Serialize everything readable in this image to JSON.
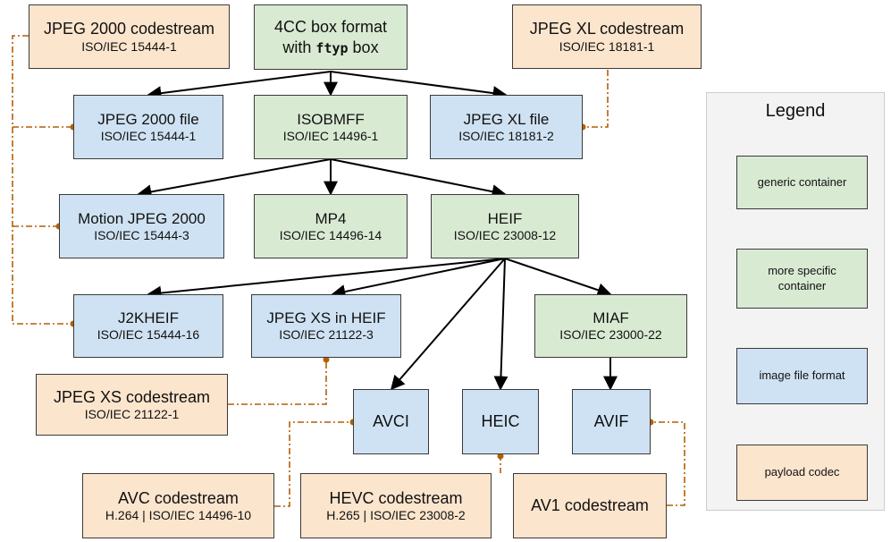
{
  "nodes": {
    "fourcc": {
      "line1": "4CC box format",
      "line2_prefix": "with ",
      "line2_code": "ftyp",
      "line2_suffix": " box"
    },
    "isobmff": {
      "title": "ISOBMFF",
      "spec": "ISO/IEC 14496-1"
    },
    "j2k_file": {
      "title": "JPEG 2000 file",
      "spec": "ISO/IEC 15444-1"
    },
    "jxl_file": {
      "title": "JPEG XL file",
      "spec": "ISO/IEC 18181-2"
    },
    "mj2": {
      "title": "Motion JPEG 2000",
      "spec": "ISO/IEC 15444-3"
    },
    "mp4": {
      "title": "MP4",
      "spec": "ISO/IEC 14496-14"
    },
    "heif": {
      "title": "HEIF",
      "spec": "ISO/IEC 23008-12"
    },
    "j2kheif": {
      "title": "J2KHEIF",
      "spec": "ISO/IEC 15444-16"
    },
    "jxs_heif": {
      "title": "JPEG XS in HEIF",
      "spec": "ISO/IEC 21122-3"
    },
    "miaf": {
      "title": "MIAF",
      "spec": "ISO/IEC 23000-22"
    },
    "avci": {
      "title": "AVCI"
    },
    "heic": {
      "title": "HEIC"
    },
    "avif": {
      "title": "AVIF"
    },
    "j2k_cs": {
      "title": "JPEG 2000 codestream",
      "spec": "ISO/IEC 15444-1"
    },
    "jxl_cs": {
      "title": "JPEG XL codestream",
      "spec": "ISO/IEC 18181-1"
    },
    "jxs_cs": {
      "title": "JPEG XS codestream",
      "spec": "ISO/IEC 21122-1"
    },
    "avc_cs": {
      "title": "AVC codestream",
      "spec": "H.264 | ISO/IEC 14496-10"
    },
    "hevc_cs": {
      "title": "HEVC codestream",
      "spec": "H.265 | ISO/IEC 23008-2"
    },
    "av1_cs": {
      "title": "AV1 codestream"
    }
  },
  "legend": {
    "title": "Legend",
    "generic": "generic container",
    "specific_line1": "more specific",
    "specific_line2": "container",
    "image_format": "image file format",
    "payload": "payload codec"
  },
  "colors": {
    "generic_container": "#d9ead3",
    "image_file_format": "#cfe2f3",
    "payload_codec": "#fce5cd",
    "codec_link": "#b45f06",
    "arrow": "#000000"
  }
}
